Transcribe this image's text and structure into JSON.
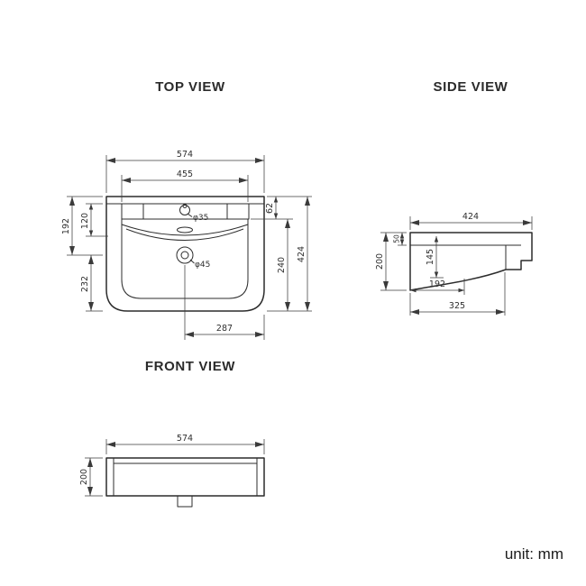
{
  "titles": {
    "top_view": "TOP VIEW",
    "side_view": "SIDE VIEW",
    "front_view": "FRONT VIEW"
  },
  "unit_label": "unit: mm",
  "top_view": {
    "overall_width": "574",
    "inner_width": "455",
    "rim_to_basin": "62",
    "basin_length": "240",
    "overall_depth": "424",
    "back_to_drain": "192",
    "deck_to_bowl": "120",
    "drain_to_front": "232",
    "drain_to_edge": "287",
    "faucet_hole_dia": "φ35",
    "drain_hole_dia": "φ45"
  },
  "side_view": {
    "overall_depth": "424",
    "overall_height": "200",
    "rim_thickness": "50",
    "bowl_height": "145",
    "back_to_drain": "192",
    "back_to_front_lip": "325"
  },
  "front_view": {
    "overall_width": "574",
    "overall_height": "200"
  }
}
